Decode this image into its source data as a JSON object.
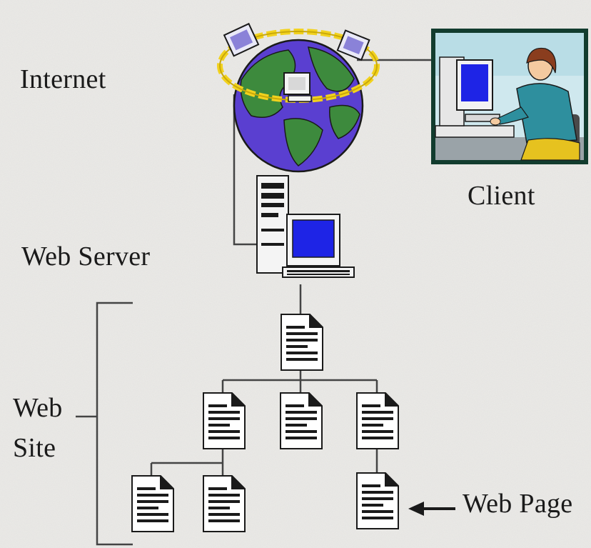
{
  "labels": {
    "internet": "Internet",
    "client": "Client",
    "web_server": "Web Server",
    "web_site_line1": "Web",
    "web_site_line2": "Site",
    "web_page": "Web Page"
  },
  "colors": {
    "background": "#ecebe8",
    "line": "#444444",
    "globe_ocean": "#5a3fd0",
    "globe_land": "#3d8a3d",
    "orbit": "#f2d21e",
    "monitor_screen": "#1e24e6",
    "client_frame": "#123c2e",
    "client_room": "#cfe8ee"
  },
  "icons": [
    "globe-icon",
    "workstation-icon",
    "client-scene-icon",
    "document-icon",
    "arrow-left-icon"
  ]
}
